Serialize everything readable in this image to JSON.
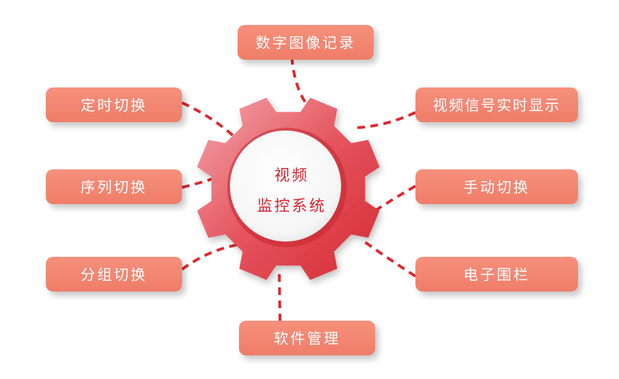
{
  "center": {
    "line1": "视频",
    "line2": "监控系统"
  },
  "nodes": {
    "top": "数字图像记录",
    "top_right": "视频信号实时显示",
    "right_mid": "手动切换",
    "bottom_right": "电子围栏",
    "bottom": "软件管理",
    "bottom_left": "分组切换",
    "left_mid": "序列切换",
    "top_left": "定时切换"
  },
  "colors": {
    "node_fill": "#f28772",
    "gear_red": "#e03a43",
    "connector": "#e0262e",
    "title_text": "#d8232e"
  }
}
